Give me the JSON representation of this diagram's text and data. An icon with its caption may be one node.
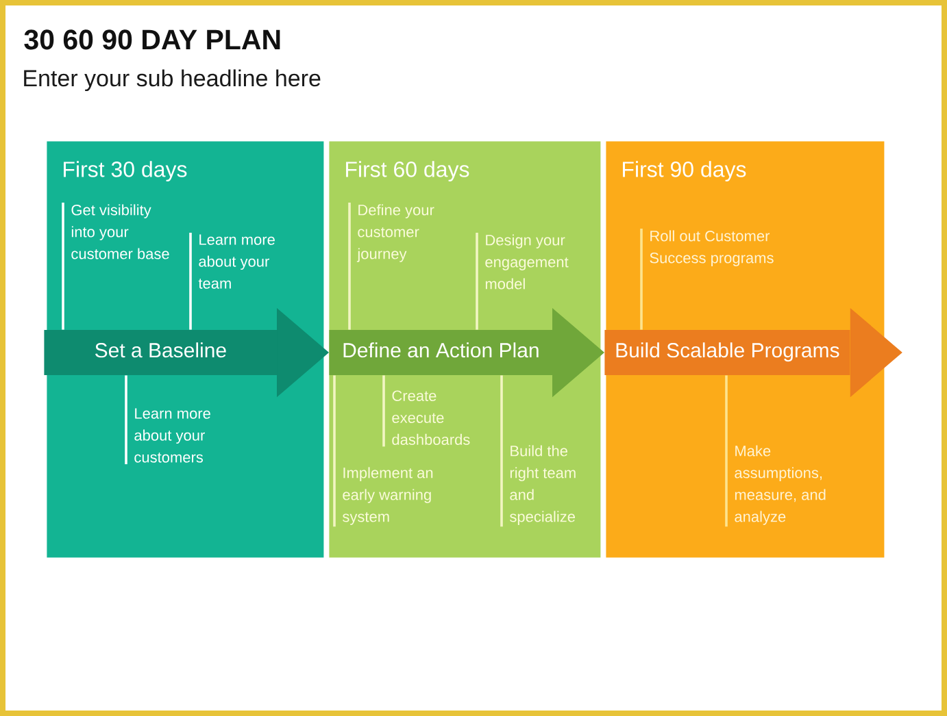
{
  "diagram": {
    "title": "30 60 90 DAY PLAN",
    "nodes": [
      {
        "text": [
          "First 30 days"
        ]
      },
      {
        "text": [
          "Get visibility into your customer base"
        ],
        "in": 0
      },
      {
        "text": [
          "Learn more about your team"
        ],
        "in": 0
      },
      {
        "text": [
          "Set a Baseline"
        ],
        "in": 0
      },
      {
        "text": [
          "Learn more about your customers"
        ],
        "in": 0
      },
      {
        "text": [
          "First 60 days"
        ]
      },
      {
        "text": [
          "Define your customer journey"
        ],
        "in": 5
      },
      {
        "text": [
          "Design your engagement model"
        ],
        "in": 5
      },
      {
        "text": [
          "Define an Action Plan"
        ],
        "in": 5
      },
      {
        "text": [
          "Create execute dashboards"
        ],
        "in": 5
      },
      {
        "text": [
          "Implement an early warning system"
        ],
        "in": 5
      },
      {
        "text": [
          "Build the right team and specialize"
        ],
        "in": 5
      },
      {
        "text": [
          "First 90 days"
        ]
      },
      {
        "text": [
          "Roll out Customer Success programs"
        ],
        "in": 12
      },
      {
        "text": [
          "Build Scalable Programs"
        ],
        "in": 12
      },
      {
        "text": [
          "Make assumptions, measure, and analyze"
        ],
        "in": 12
      }
    ],
    "edges": [
      {
        "from": 3,
        "to": 8,
        "arrow": "to",
        "color": "#0e8b6f"
      },
      {
        "from": 8,
        "to": 14,
        "arrow": "to",
        "color": "#70a73a"
      },
      {
        "from": 14,
        "to": null,
        "arrow": "to",
        "color": "#eb7d1f"
      },
      {
        "from": 1,
        "to": 3,
        "arrow": "none",
        "color": "#ffffff"
      },
      {
        "from": 2,
        "to": 3,
        "arrow": "none",
        "color": "#ffffff"
      },
      {
        "from": 4,
        "to": 3,
        "arrow": "none",
        "color": "#ffffff"
      },
      {
        "from": 6,
        "to": 8,
        "arrow": "none"
      },
      {
        "from": 7,
        "to": 8,
        "arrow": "none"
      },
      {
        "from": 9,
        "to": 8,
        "arrow": "none"
      },
      {
        "from": 10,
        "to": 8,
        "arrow": "none"
      },
      {
        "from": 11,
        "to": 8,
        "arrow": "none"
      },
      {
        "from": 13,
        "to": 14,
        "arrow": "none",
        "color": "#fde48e"
      },
      {
        "from": 15,
        "to": 14,
        "arrow": "none",
        "color": "#fde48e"
      }
    ],
    "labels": [
      "Enter your sub headline here"
    ]
  }
}
